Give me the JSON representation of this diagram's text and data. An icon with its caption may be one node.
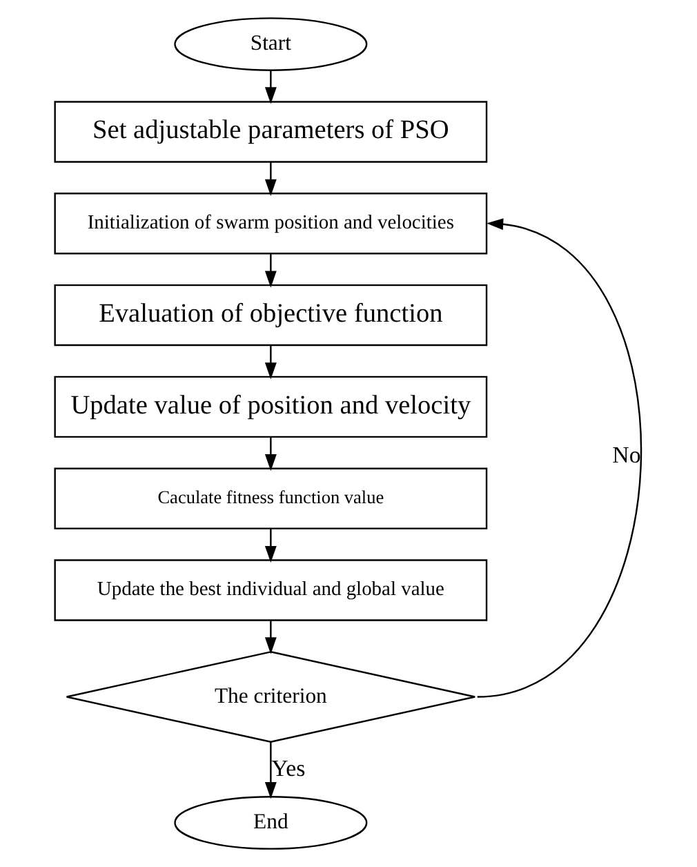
{
  "diagram": {
    "nodes": [
      {
        "text": [
          "Start"
        ]
      },
      {
        "text": [
          "Set adjustable parameters of PSO"
        ]
      },
      {
        "text": [
          "Initialization of swarm position and velocities"
        ]
      },
      {
        "text": [
          "Evaluation of objective function"
        ]
      },
      {
        "text": [
          "Update value of position and velocity"
        ]
      },
      {
        "text": [
          "Caculate fitness function value"
        ]
      },
      {
        "text": [
          "Update the best individual and global value"
        ]
      },
      {
        "text": [
          "The criterion"
        ]
      },
      {
        "text": [
          "End"
        ]
      }
    ],
    "edges": [
      {
        "from": 0,
        "to": 1,
        "arrow": "to"
      },
      {
        "from": 1,
        "to": 2,
        "arrow": "to"
      },
      {
        "from": 2,
        "to": 3,
        "arrow": "to"
      },
      {
        "from": 3,
        "to": 4,
        "arrow": "to"
      },
      {
        "from": 4,
        "to": 5,
        "arrow": "to"
      },
      {
        "from": 5,
        "to": 6,
        "arrow": "to"
      },
      {
        "from": 6,
        "to": 7,
        "arrow": "to"
      },
      {
        "from": 7,
        "to": 8,
        "label": "Yes",
        "arrow": "to"
      },
      {
        "from": 7,
        "to": 2,
        "label": "No",
        "arrow": "to"
      }
    ]
  }
}
